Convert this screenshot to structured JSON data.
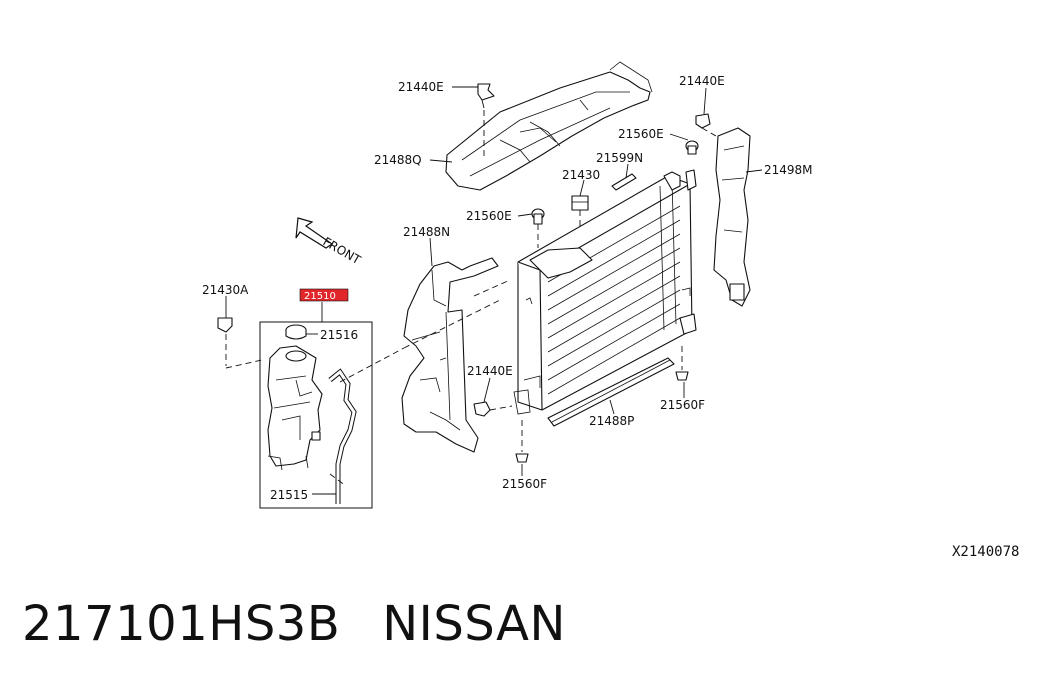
{
  "callouts": {
    "c21440e_top": "21440E",
    "c21440e_right": "21440E",
    "c21488q": "21488Q",
    "c21560e_right": "21560E",
    "c21599n": "21599N",
    "c21498m": "21498M",
    "c21430": "21430",
    "c21560e_left": "21560E",
    "c21488n": "21488N",
    "c21430a": "21430A",
    "c21510": "21510",
    "c21516": "21516",
    "c21440e_mid": "21440E",
    "c21560f_right": "21560F",
    "c21488p": "21488P",
    "c21515": "21515",
    "c21560f_bottom": "21560F"
  },
  "front_arrow": "FRONT",
  "diagram_code": "X2140078",
  "footer": {
    "part_number": "217101HS3B",
    "brand": "NISSAN"
  },
  "highlight_color": "#e0262a"
}
